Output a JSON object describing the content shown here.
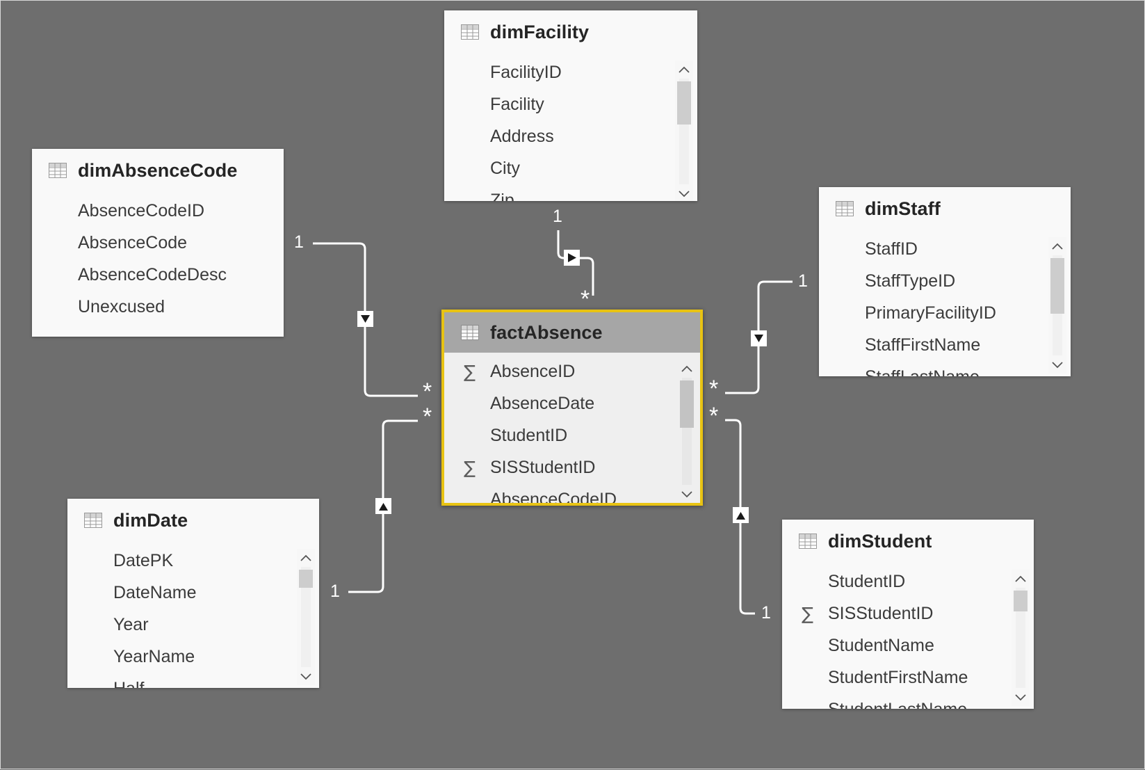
{
  "app": {
    "view": "model-diagram",
    "canvas_background": "#6e6e6e",
    "highlight_color": "#e8c313"
  },
  "tables": [
    {
      "id": "dimFacility",
      "name": "dimFacility",
      "icon": "table-icon",
      "selected": false,
      "fields": [
        {
          "name": "FacilityID",
          "aggregate": false
        },
        {
          "name": "Facility",
          "aggregate": false
        },
        {
          "name": "Address",
          "aggregate": false
        },
        {
          "name": "City",
          "aggregate": false
        },
        {
          "name": "Zip",
          "aggregate": false
        }
      ],
      "scrollbar": {
        "visible": true,
        "up_icon": "chevron-up-icon",
        "down_icon": "chevron-down-icon"
      }
    },
    {
      "id": "dimAbsenceCode",
      "name": "dimAbsenceCode",
      "icon": "table-icon",
      "selected": false,
      "fields": [
        {
          "name": "AbsenceCodeID",
          "aggregate": false
        },
        {
          "name": "AbsenceCode",
          "aggregate": false
        },
        {
          "name": "AbsenceCodeDesc",
          "aggregate": false
        },
        {
          "name": "Unexcused",
          "aggregate": false
        }
      ],
      "scrollbar": {
        "visible": false
      }
    },
    {
      "id": "dimStaff",
      "name": "dimStaff",
      "icon": "table-icon",
      "selected": false,
      "fields": [
        {
          "name": "StaffID",
          "aggregate": false
        },
        {
          "name": "StaffTypeID",
          "aggregate": false
        },
        {
          "name": "PrimaryFacilityID",
          "aggregate": false
        },
        {
          "name": "StaffFirstName",
          "aggregate": false
        },
        {
          "name": "StaffLastName",
          "aggregate": false
        }
      ],
      "scrollbar": {
        "visible": true,
        "up_icon": "chevron-up-icon",
        "down_icon": "chevron-down-icon"
      }
    },
    {
      "id": "factAbsence",
      "name": "factAbsence",
      "icon": "table-icon",
      "selected": true,
      "fields": [
        {
          "name": "AbsenceID",
          "aggregate": true
        },
        {
          "name": "AbsenceDate",
          "aggregate": false
        },
        {
          "name": "StudentID",
          "aggregate": false
        },
        {
          "name": "SISStudentID",
          "aggregate": true
        },
        {
          "name": "AbsenceCodeID",
          "aggregate": false
        }
      ],
      "scrollbar": {
        "visible": true,
        "up_icon": "chevron-up-icon",
        "down_icon": "chevron-down-icon"
      }
    },
    {
      "id": "dimDate",
      "name": "dimDate",
      "icon": "table-icon",
      "selected": false,
      "fields": [
        {
          "name": "DatePK",
          "aggregate": false
        },
        {
          "name": "DateName",
          "aggregate": false
        },
        {
          "name": "Year",
          "aggregate": false
        },
        {
          "name": "YearName",
          "aggregate": false
        },
        {
          "name": "Half",
          "aggregate": false
        }
      ],
      "scrollbar": {
        "visible": true,
        "up_icon": "chevron-up-icon",
        "down_icon": "chevron-down-icon"
      }
    },
    {
      "id": "dimStudent",
      "name": "dimStudent",
      "icon": "table-icon",
      "selected": false,
      "fields": [
        {
          "name": "StudentID",
          "aggregate": false
        },
        {
          "name": "SISStudentID",
          "aggregate": true
        },
        {
          "name": "StudentName",
          "aggregate": false
        },
        {
          "name": "StudentFirstName",
          "aggregate": false
        },
        {
          "name": "StudentLastName",
          "aggregate": false
        }
      ],
      "scrollbar": {
        "visible": true,
        "up_icon": "chevron-up-icon",
        "down_icon": "chevron-down-icon"
      }
    }
  ],
  "relationships": [
    {
      "id": "rel-absencecode-factabsence",
      "from_table": "dimAbsenceCode",
      "to_table": "factAbsence",
      "from_cardinality": "1",
      "to_cardinality": "*",
      "cross_filter_arrow": "down"
    },
    {
      "id": "rel-facility-factabsence",
      "from_table": "dimFacility",
      "to_table": "factAbsence",
      "from_cardinality": "1",
      "to_cardinality": "*",
      "cross_filter_arrow": "right"
    },
    {
      "id": "rel-staff-factabsence",
      "from_table": "dimStaff",
      "to_table": "factAbsence",
      "from_cardinality": "1",
      "to_cardinality": "*",
      "cross_filter_arrow": "down"
    },
    {
      "id": "rel-date-factabsence",
      "from_table": "dimDate",
      "to_table": "factAbsence",
      "from_cardinality": "1",
      "to_cardinality": "*",
      "cross_filter_arrow": "up"
    },
    {
      "id": "rel-student-factabsence",
      "from_table": "dimStudent",
      "to_table": "factAbsence",
      "from_cardinality": "1",
      "to_cardinality": "*",
      "cross_filter_arrow": "up"
    }
  ],
  "cardinality_labels": [
    {
      "id": "lbl-absencecode-one",
      "text": "1"
    },
    {
      "id": "lbl-absencecode-many",
      "text": "*"
    },
    {
      "id": "lbl-facility-one",
      "text": "1"
    },
    {
      "id": "lbl-facility-many",
      "text": "*"
    },
    {
      "id": "lbl-staff-one",
      "text": "1"
    },
    {
      "id": "lbl-staff-many",
      "text": "*"
    },
    {
      "id": "lbl-date-one",
      "text": "1"
    },
    {
      "id": "lbl-date-many",
      "text": "*"
    },
    {
      "id": "lbl-student-one",
      "text": "1"
    },
    {
      "id": "lbl-student-many",
      "text": "*"
    }
  ]
}
